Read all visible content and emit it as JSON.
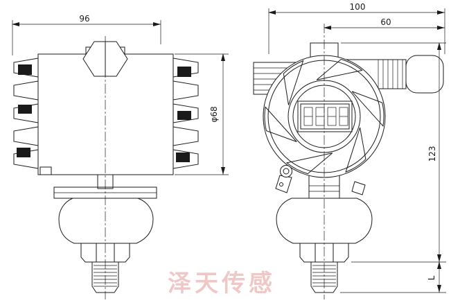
{
  "page": {
    "background": "#ffffff",
    "line_color": "#1a1a1a",
    "watermark": {
      "text": "泽天传感",
      "color": "#e59a9a"
    }
  },
  "left_view": {
    "dim_width": "96",
    "dim_diameter": "φ68"
  },
  "right_view": {
    "dim_total_width": "100",
    "dim_offset": "60",
    "dim_height": "123",
    "dim_thread_length": "L"
  }
}
